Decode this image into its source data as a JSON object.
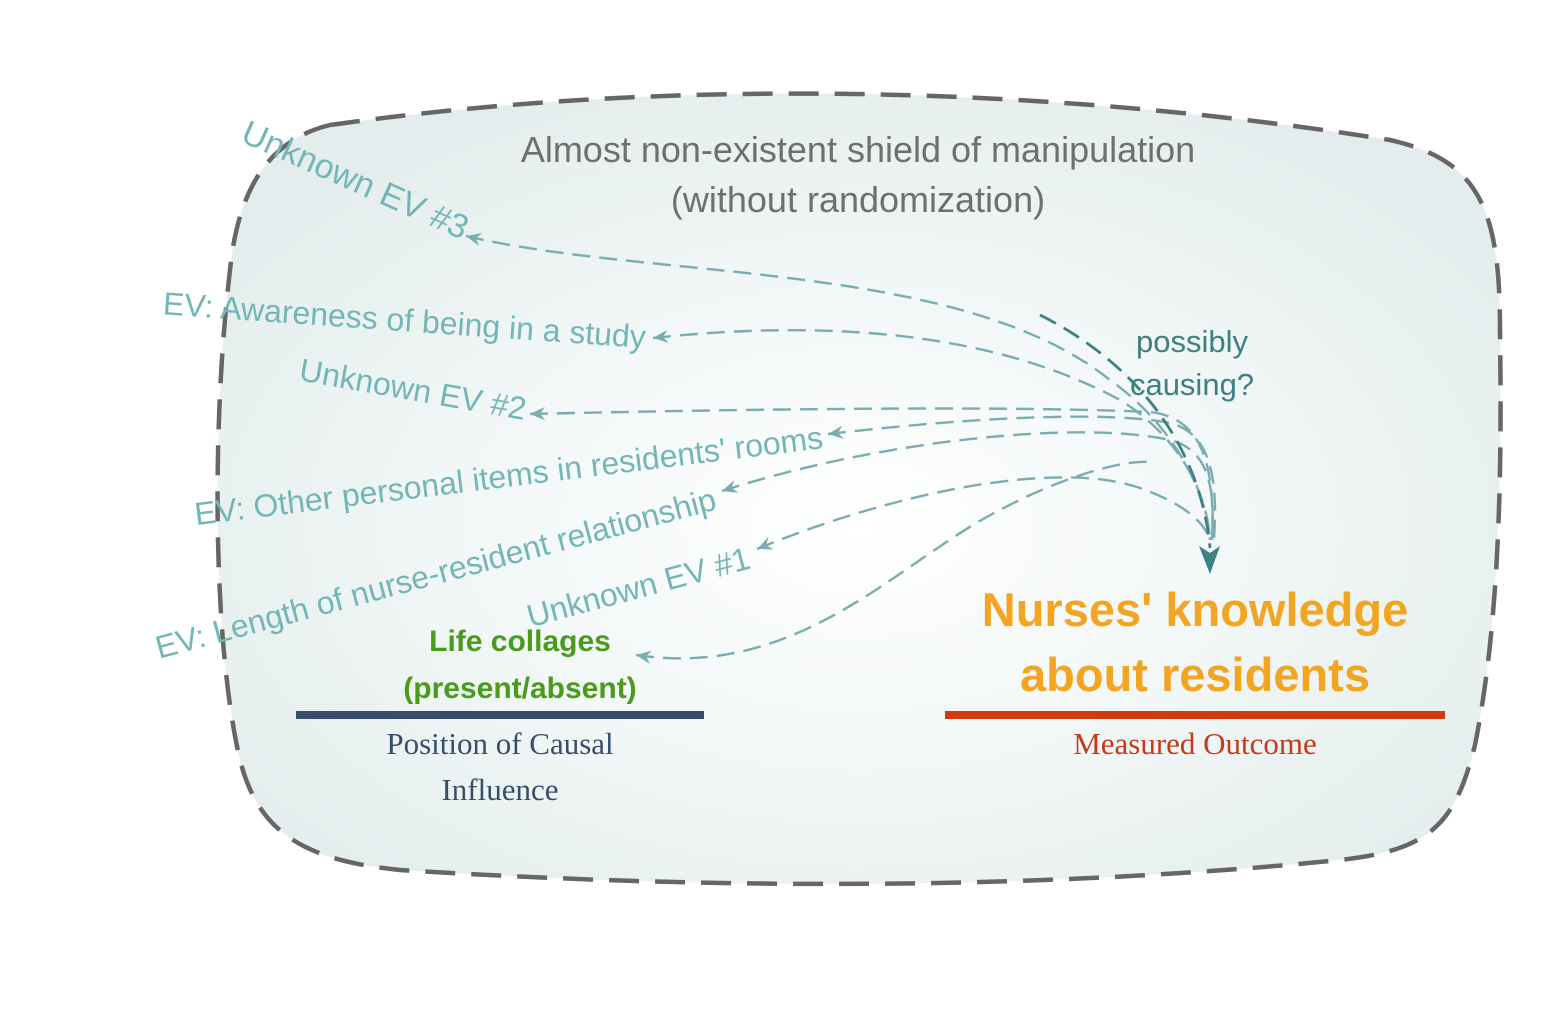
{
  "shield": {
    "title_line1": "Almost non-existent shield of manipulation",
    "title_line2": "(without randomization)"
  },
  "causal_note": {
    "line1": "possibly",
    "line2": "causing?"
  },
  "extraneous_variables": [
    {
      "id": "unknown-ev-3",
      "label": "Unknown EV #3"
    },
    {
      "id": "ev-awareness-study",
      "label": "EV: Awareness of being in a study"
    },
    {
      "id": "unknown-ev-2",
      "label": "Unknown EV #2"
    },
    {
      "id": "ev-personal-items",
      "label": "EV: Other personal items in residents' rooms"
    },
    {
      "id": "ev-relationship-length",
      "label": "EV: Length of nurse-resident relationship"
    },
    {
      "id": "unknown-ev-1",
      "label": "Unknown EV #1"
    }
  ],
  "independent_variable": {
    "line1": "Life collages",
    "line2": "(present/absent)",
    "caption_line1": "Position of Causal",
    "caption_line2": "Influence"
  },
  "outcome": {
    "line1": "Nurses' knowledge",
    "line2": "about residents",
    "caption": "Measured Outcome"
  },
  "colors": {
    "shield_border": "#666666",
    "shield_text": "#6f6f6f",
    "ev_text": "#74b6b8",
    "ev_arrow": "#7aadaf",
    "main_arrow": "#3d8185",
    "note_text": "#3e7f82",
    "iv_text": "#4a9a1c",
    "iv_line": "#384d6b",
    "iv_caption": "#384d6b",
    "outcome_text": "#f3a421",
    "outcome_line": "#d23a10",
    "outcome_caption": "#c43a1a"
  }
}
